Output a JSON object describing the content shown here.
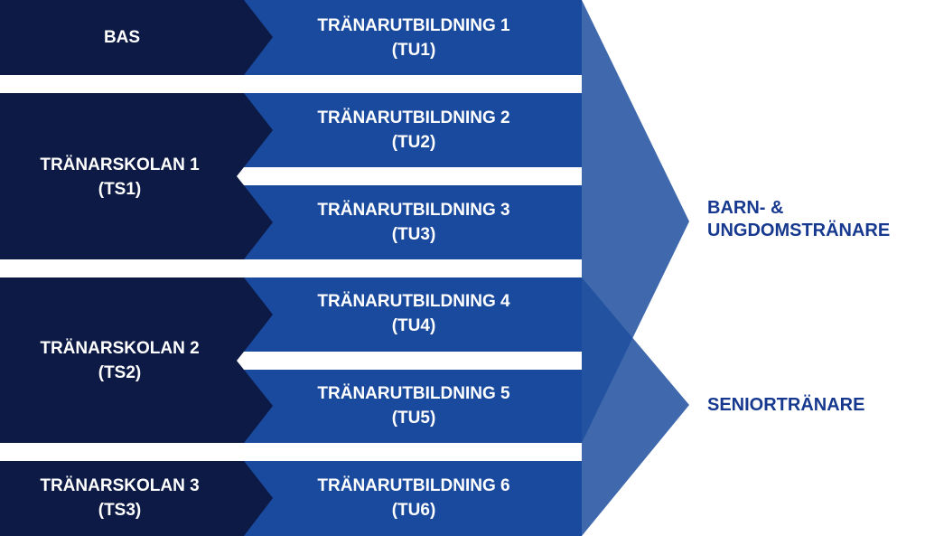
{
  "colors": {
    "navy": "#0c1a45",
    "blue": "#1a4a9e",
    "chevron": "#2b5ba6",
    "output_text": "#16398f"
  },
  "schools": [
    {
      "name": "BAS",
      "code": ""
    },
    {
      "name": "TRÄNARSKOLAN 1",
      "code": "(TS1)"
    },
    {
      "name": "TRÄNARSKOLAN 2",
      "code": "(TS2)"
    },
    {
      "name": "TRÄNARSKOLAN 3",
      "code": "(TS3)"
    }
  ],
  "courses": [
    {
      "name": "TRÄNARUTBILDNING 1",
      "code": "(TU1)"
    },
    {
      "name": "TRÄNARUTBILDNING 2",
      "code": "(TU2)"
    },
    {
      "name": "TRÄNARUTBILDNING 3",
      "code": "(TU3)"
    },
    {
      "name": "TRÄNARUTBILDNING 4",
      "code": "(TU4)"
    },
    {
      "name": "TRÄNARUTBILDNING 5",
      "code": "(TU5)"
    },
    {
      "name": "TRÄNARUTBILDNING 6",
      "code": "(TU6)"
    }
  ],
  "outcomes": [
    {
      "line1": "BARN- &",
      "line2": "UNGDOMSTRÄNARE"
    },
    {
      "line1": "SENIORTRÄNARE",
      "line2": ""
    }
  ]
}
